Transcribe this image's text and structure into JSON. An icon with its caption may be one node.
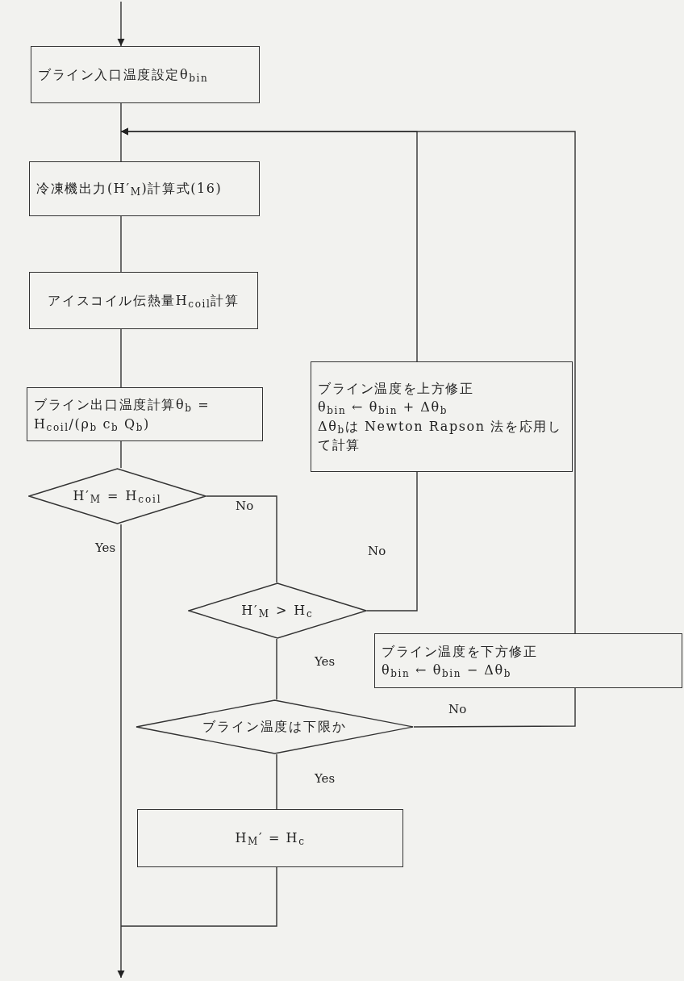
{
  "diagram": {
    "nodes": [
      {
        "text": [
          "ブライン入口温度設定θ$_{bin}$"
        ]
      },
      {
        "text": [
          "冷凍機出力(H′$_{M}$)計算式(16)"
        ]
      },
      {
        "text": [
          "アイスコイル伝熱量H$_{coil}$計算"
        ]
      },
      {
        "text": [
          "ブライン出口温度計算θ$_{b}$ = H$_{coil}$/(ρ$_{b}$ c$_{b}$ Q$_{b}$)"
        ]
      },
      {
        "text": [
          "H′$_{M}$ = H$_{coil}$"
        ]
      },
      {
        "text": [
          "ブライン温度を上方修正",
          "θ$_{bin}$ ← θ$_{bin}$ + Δθ$_{b}$",
          "Δθ$_{b}$は Newton Rapson 法を応用して計算"
        ]
      },
      {
        "text": [
          "H′$_{M}$ > H$_{c}$"
        ]
      },
      {
        "text": [
          "ブライン温度を下方修正",
          "θ$_{bin}$ ← θ$_{bin}$ − Δθ$_{b}$"
        ]
      },
      {
        "text": [
          "ブライン温度は下限か"
        ]
      },
      {
        "text": [
          "H$_{M}$′ = H$_{c}$"
        ]
      }
    ],
    "edges": [
      {
        "from": null,
        "to": 0,
        "arrow": "to"
      },
      {
        "from": 0,
        "to": 1,
        "arrow": "none"
      },
      {
        "from": 1,
        "to": 2,
        "arrow": "none"
      },
      {
        "from": 2,
        "to": 3,
        "arrow": "none"
      },
      {
        "from": 3,
        "to": 4,
        "arrow": "none"
      },
      {
        "from": 4,
        "to": 6,
        "arrow": "none",
        "label": "No"
      },
      {
        "from": 4,
        "to": null,
        "arrow": "to",
        "label": "Yes"
      },
      {
        "from": 6,
        "to": 5,
        "arrow": "none",
        "label": "No"
      },
      {
        "from": 5,
        "to": 1,
        "arrow": "to"
      },
      {
        "from": 6,
        "to": 8,
        "arrow": "none",
        "label": "Yes"
      },
      {
        "from": 8,
        "to": 7,
        "arrow": "none",
        "label": "No"
      },
      {
        "from": 7,
        "to": 1,
        "arrow": "to"
      },
      {
        "from": 8,
        "to": 9,
        "arrow": "none",
        "label": "Yes"
      },
      {
        "from": 9,
        "to": null,
        "arrow": "none"
      }
    ]
  }
}
